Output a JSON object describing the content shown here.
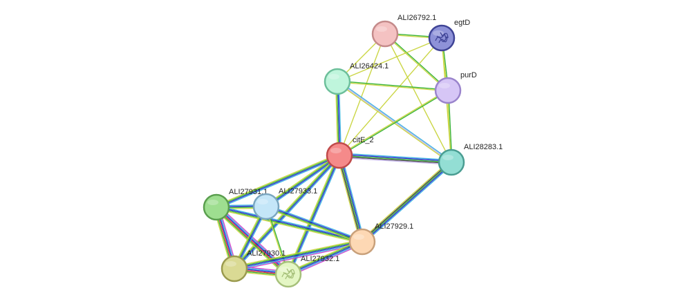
{
  "nodes": [
    {
      "id": "ALI26792.1",
      "label": "ALI26792.1",
      "fill": "#f4c2c2",
      "stroke": "#c48a8a"
    },
    {
      "id": "egtD",
      "label": "egtD",
      "fill": "#8e92d8",
      "stroke": "#3f4496",
      "has_structure": true,
      "structure_icon": "protein-structure-icon"
    },
    {
      "id": "ALI26424.1",
      "label": "ALI26424.1",
      "fill": "#bff5dc",
      "stroke": "#6cbf9a"
    },
    {
      "id": "purD",
      "label": "purD",
      "fill": "#d6c6f6",
      "stroke": "#9a84cc"
    },
    {
      "id": "citE_2",
      "label": "citE_2",
      "fill": "#f58a8a",
      "stroke": "#c04a4a"
    },
    {
      "id": "ALI28283.1",
      "label": "ALI28283.1",
      "fill": "#93ded4",
      "stroke": "#4a9d92"
    },
    {
      "id": "ALI27931.1",
      "label": "ALI27931.1",
      "fill": "#9ede90",
      "stroke": "#5a9e4e"
    },
    {
      "id": "ALI27933.1",
      "label": "ALI27933.1",
      "fill": "#c4e6f8",
      "stroke": "#7aa6c0"
    },
    {
      "id": "ALI27929.1",
      "label": "ALI27929.1",
      "fill": "#fdd8b4",
      "stroke": "#c8a07a"
    },
    {
      "id": "ALI27930.1",
      "label": "ALI27930.1",
      "fill": "#dada94",
      "stroke": "#9a9a4e"
    },
    {
      "id": "ALI27932.1",
      "label": "ALI27932.1",
      "fill": "#e4f6c4",
      "stroke": "#a6c07a",
      "has_structure": true,
      "structure_icon": "protein-structure-icon"
    }
  ],
  "evidence_colors": {
    "textmining": "#c8d43c",
    "coexpression": "#3a3a3a",
    "experiments": "#cc44cc",
    "databases": "#38b0e0",
    "cooccurrence": "#2020d0",
    "fusion": "#e03030",
    "neighborhood": "#30b030",
    "homology": "#c0b0e8"
  },
  "edges": [
    {
      "source": "ALI26792.1",
      "target": "egtD",
      "evidence": [
        "neighborhood",
        "textmining"
      ]
    },
    {
      "source": "ALI26792.1",
      "target": "ALI26424.1",
      "evidence": [
        "textmining"
      ]
    },
    {
      "source": "ALI26792.1",
      "target": "purD",
      "evidence": [
        "neighborhood",
        "textmining"
      ]
    },
    {
      "source": "ALI26792.1",
      "target": "citE_2",
      "evidence": [
        "textmining"
      ]
    },
    {
      "source": "ALI26792.1",
      "target": "ALI28283.1",
      "evidence": [
        "textmining"
      ]
    },
    {
      "source": "egtD",
      "target": "ALI26424.1",
      "evidence": [
        "textmining"
      ]
    },
    {
      "source": "egtD",
      "target": "purD",
      "evidence": [
        "neighborhood",
        "textmining"
      ]
    },
    {
      "source": "egtD",
      "target": "citE_2",
      "evidence": [
        "textmining"
      ]
    },
    {
      "source": "egtD",
      "target": "ALI28283.1",
      "evidence": [
        "textmining"
      ]
    },
    {
      "source": "ALI26424.1",
      "target": "purD",
      "evidence": [
        "neighborhood",
        "textmining"
      ]
    },
    {
      "source": "ALI26424.1",
      "target": "citE_2",
      "evidence": [
        "databases",
        "cooccurrence",
        "neighborhood",
        "textmining"
      ]
    },
    {
      "source": "ALI26424.1",
      "target": "ALI28283.1",
      "evidence": [
        "databases",
        "homology",
        "textmining"
      ]
    },
    {
      "source": "purD",
      "target": "citE_2",
      "evidence": [
        "neighborhood",
        "textmining"
      ]
    },
    {
      "source": "purD",
      "target": "ALI28283.1",
      "evidence": [
        "neighborhood",
        "textmining"
      ]
    },
    {
      "source": "citE_2",
      "target": "ALI28283.1",
      "evidence": [
        "databases",
        "cooccurrence",
        "neighborhood",
        "coexpression",
        "homology"
      ]
    },
    {
      "source": "citE_2",
      "target": "ALI27931.1",
      "evidence": [
        "databases",
        "cooccurrence",
        "neighborhood",
        "textmining"
      ]
    },
    {
      "source": "citE_2",
      "target": "ALI27933.1",
      "evidence": [
        "databases",
        "cooccurrence",
        "neighborhood",
        "textmining"
      ]
    },
    {
      "source": "citE_2",
      "target": "ALI27929.1",
      "evidence": [
        "databases",
        "cooccurrence",
        "neighborhood",
        "coexpression",
        "textmining"
      ]
    },
    {
      "source": "citE_2",
      "target": "ALI27930.1",
      "evidence": [
        "databases",
        "cooccurrence",
        "neighborhood",
        "textmining"
      ]
    },
    {
      "source": "citE_2",
      "target": "ALI27932.1",
      "evidence": [
        "databases",
        "cooccurrence",
        "neighborhood",
        "textmining"
      ]
    },
    {
      "source": "ALI28283.1",
      "target": "ALI27929.1",
      "evidence": [
        "databases",
        "cooccurrence",
        "neighborhood",
        "coexpression",
        "textmining"
      ]
    },
    {
      "source": "ALI27931.1",
      "target": "ALI27933.1",
      "evidence": [
        "databases",
        "cooccurrence",
        "neighborhood",
        "textmining"
      ]
    },
    {
      "source": "ALI27931.1",
      "target": "ALI27929.1",
      "evidence": [
        "databases",
        "cooccurrence",
        "neighborhood",
        "textmining"
      ]
    },
    {
      "source": "ALI27931.1",
      "target": "ALI27930.1",
      "evidence": [
        "experiments",
        "databases",
        "cooccurrence",
        "fusion",
        "neighborhood",
        "textmining"
      ]
    },
    {
      "source": "ALI27931.1",
      "target": "ALI27932.1",
      "evidence": [
        "experiments",
        "databases",
        "cooccurrence",
        "fusion",
        "neighborhood",
        "textmining"
      ]
    },
    {
      "source": "ALI27933.1",
      "target": "ALI27929.1",
      "evidence": [
        "databases",
        "cooccurrence",
        "neighborhood",
        "textmining"
      ]
    },
    {
      "source": "ALI27933.1",
      "target": "ALI27930.1",
      "evidence": [
        "databases",
        "cooccurrence",
        "neighborhood",
        "textmining"
      ]
    },
    {
      "source": "ALI27933.1",
      "target": "ALI27932.1",
      "evidence": [
        "neighborhood",
        "textmining"
      ]
    },
    {
      "source": "ALI27929.1",
      "target": "ALI27930.1",
      "evidence": [
        "experiments",
        "databases",
        "cooccurrence",
        "neighborhood",
        "textmining"
      ]
    },
    {
      "source": "ALI27929.1",
      "target": "ALI27932.1",
      "evidence": [
        "experiments",
        "databases",
        "cooccurrence",
        "neighborhood",
        "textmining"
      ]
    },
    {
      "source": "ALI27930.1",
      "target": "ALI27932.1",
      "evidence": [
        "experiments",
        "databases",
        "cooccurrence",
        "fusion",
        "neighborhood",
        "textmining"
      ]
    }
  ]
}
